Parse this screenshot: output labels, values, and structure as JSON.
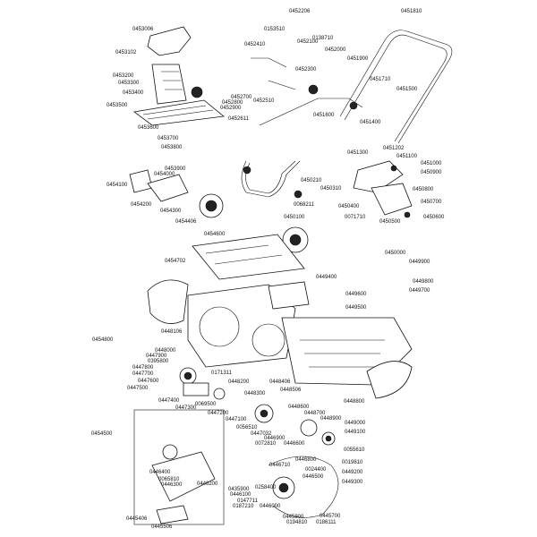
{
  "diagram": {
    "parts": [
      "0453006",
      "0453102",
      "0453200",
      "0453300",
      "0453400",
      "0453500",
      "0453600",
      "0453700",
      "0453800",
      "0453900",
      "0452206",
      "0153510",
      "0452410",
      "0452100",
      "0138710",
      "0452000",
      "0452300",
      "0452700",
      "0452800",
      "0452900",
      "0452510",
      "0452611",
      "0451810",
      "0451900",
      "0451710",
      "0451500",
      "0451600",
      "0451400",
      "0451300",
      "0451202",
      "0451100",
      "0451000",
      "0450900",
      "0450800",
      "0450700",
      "0450600",
      "0450500",
      "0450400",
      "0071710",
      "0450310",
      "0450210",
      "0068211",
      "0450100",
      "0454100",
      "0454000",
      "0454300",
      "0454200",
      "0454406",
      "0454600",
      "0454702",
      "0450000",
      "0449900",
      "0449800",
      "0449700",
      "0449400",
      "0449600",
      "0449500",
      "0448106",
      "0454800",
      "0448000",
      "0447900",
      "0395800",
      "0447800",
      "0447700",
      "0447600",
      "0447500",
      "0447400",
      "0447300",
      "0069500",
      "0171311",
      "0448200",
      "0448406",
      "0448300",
      "0447200",
      "0448506",
      "0448800",
      "0448600",
      "0448700",
      "0448900",
      "0449000",
      "0449100",
      "0447100",
      "0056510",
      "0447032",
      "0446900",
      "0072810",
      "0446600",
      "0446800",
      "0446710",
      "0024400",
      "0446500",
      "0055610",
      "0019810",
      "0449200",
      "0449300",
      "0454500",
      "0446400",
      "0065810",
      "0446300",
      "0446200",
      "0435900",
      "0446100",
      "0258400",
      "0147711",
      "0187210",
      "0446000",
      "0445800",
      "0194810",
      "0445700",
      "0186111",
      "0445406",
      "0445506"
    ]
  }
}
